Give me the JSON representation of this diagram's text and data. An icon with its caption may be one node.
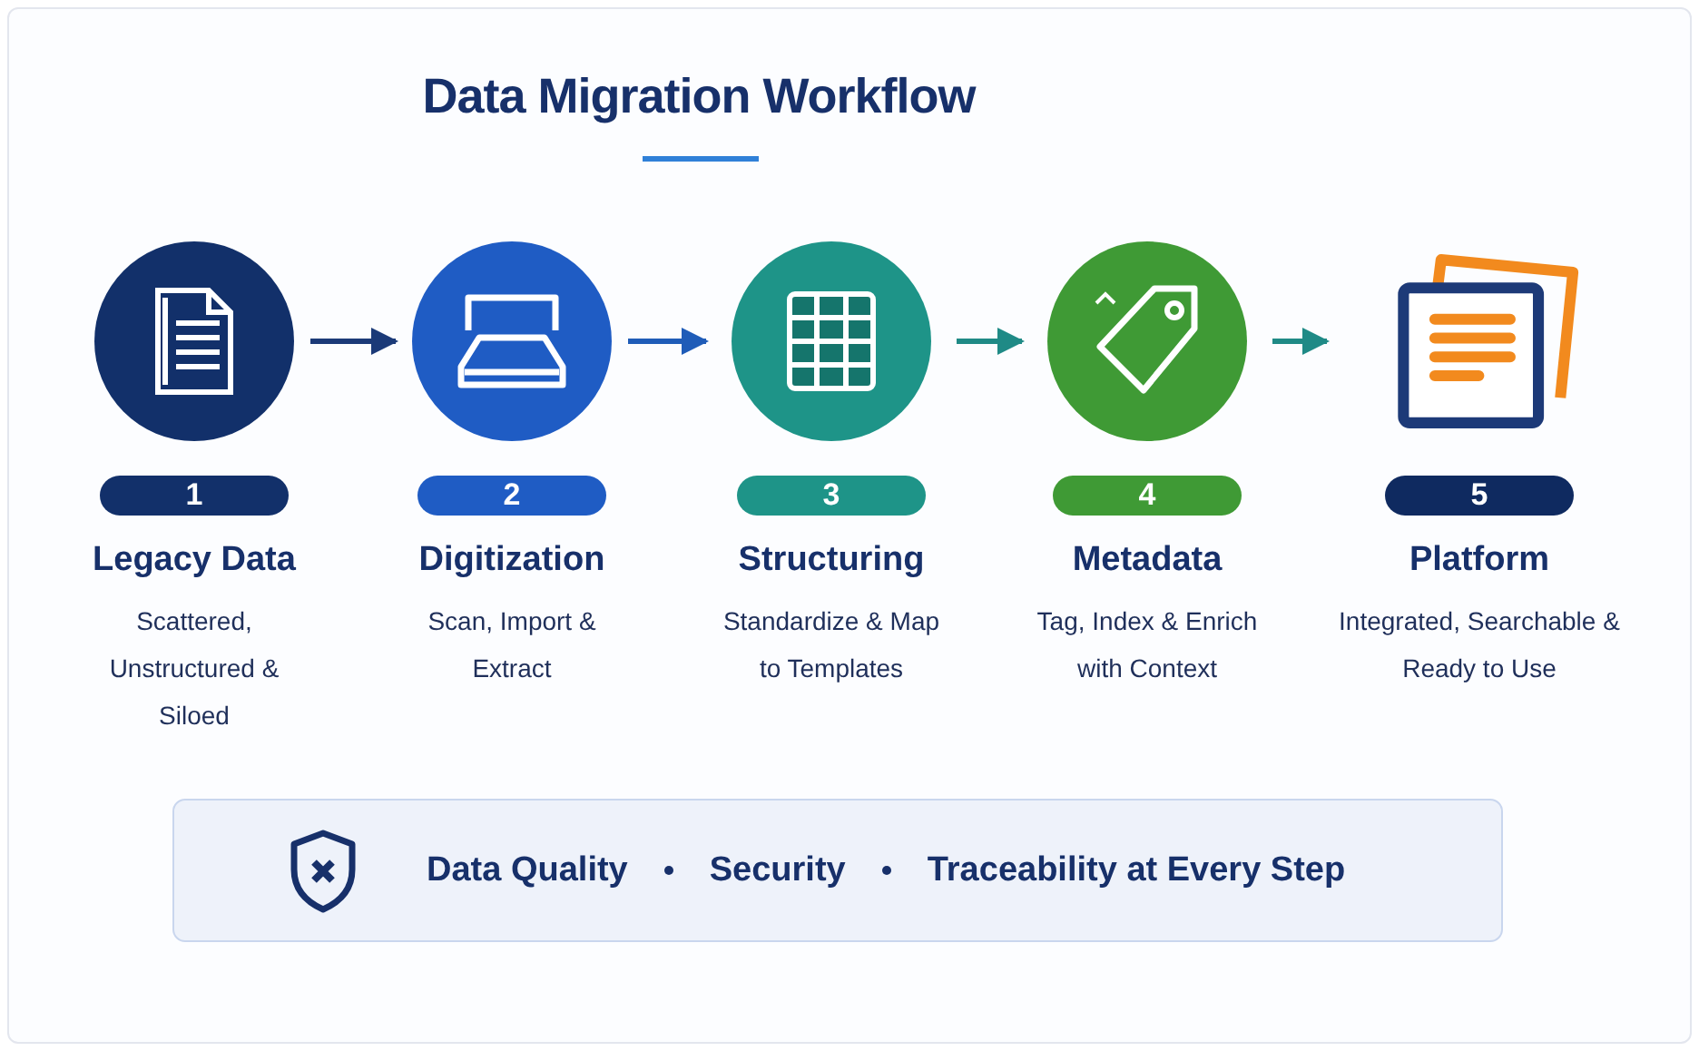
{
  "diagram": {
    "title": "Data Migration Workflow",
    "nodes": [
      {
        "text": [
          "1",
          "Legacy Data",
          "Scattered, Unstructured & Siloed"
        ]
      },
      {
        "text": [
          "2",
          "Digitization",
          "Scan, Import & Extract"
        ]
      },
      {
        "text": [
          "3",
          "Structuring",
          "Standardize & Map to Templates"
        ]
      },
      {
        "text": [
          "4",
          "Metadata",
          "Tag, Index & Enrich with Context"
        ]
      },
      {
        "text": [
          "5",
          "Platform",
          "Integrated, Searchable & Ready to Use"
        ]
      },
      {
        "text": [
          "Data Quality",
          "Security",
          "Traceability at Every Step"
        ]
      }
    ],
    "edges": [
      {
        "from": 0,
        "to": 1,
        "arrow": "to",
        "color": "#1b3a78"
      },
      {
        "from": 1,
        "to": 2,
        "arrow": "to",
        "color": "#1f5cb8"
      },
      {
        "from": 2,
        "to": 3,
        "arrow": "to",
        "color": "#1f8a86"
      },
      {
        "from": 3,
        "to": 4,
        "arrow": "to",
        "color": "#1f8a86"
      }
    ]
  }
}
